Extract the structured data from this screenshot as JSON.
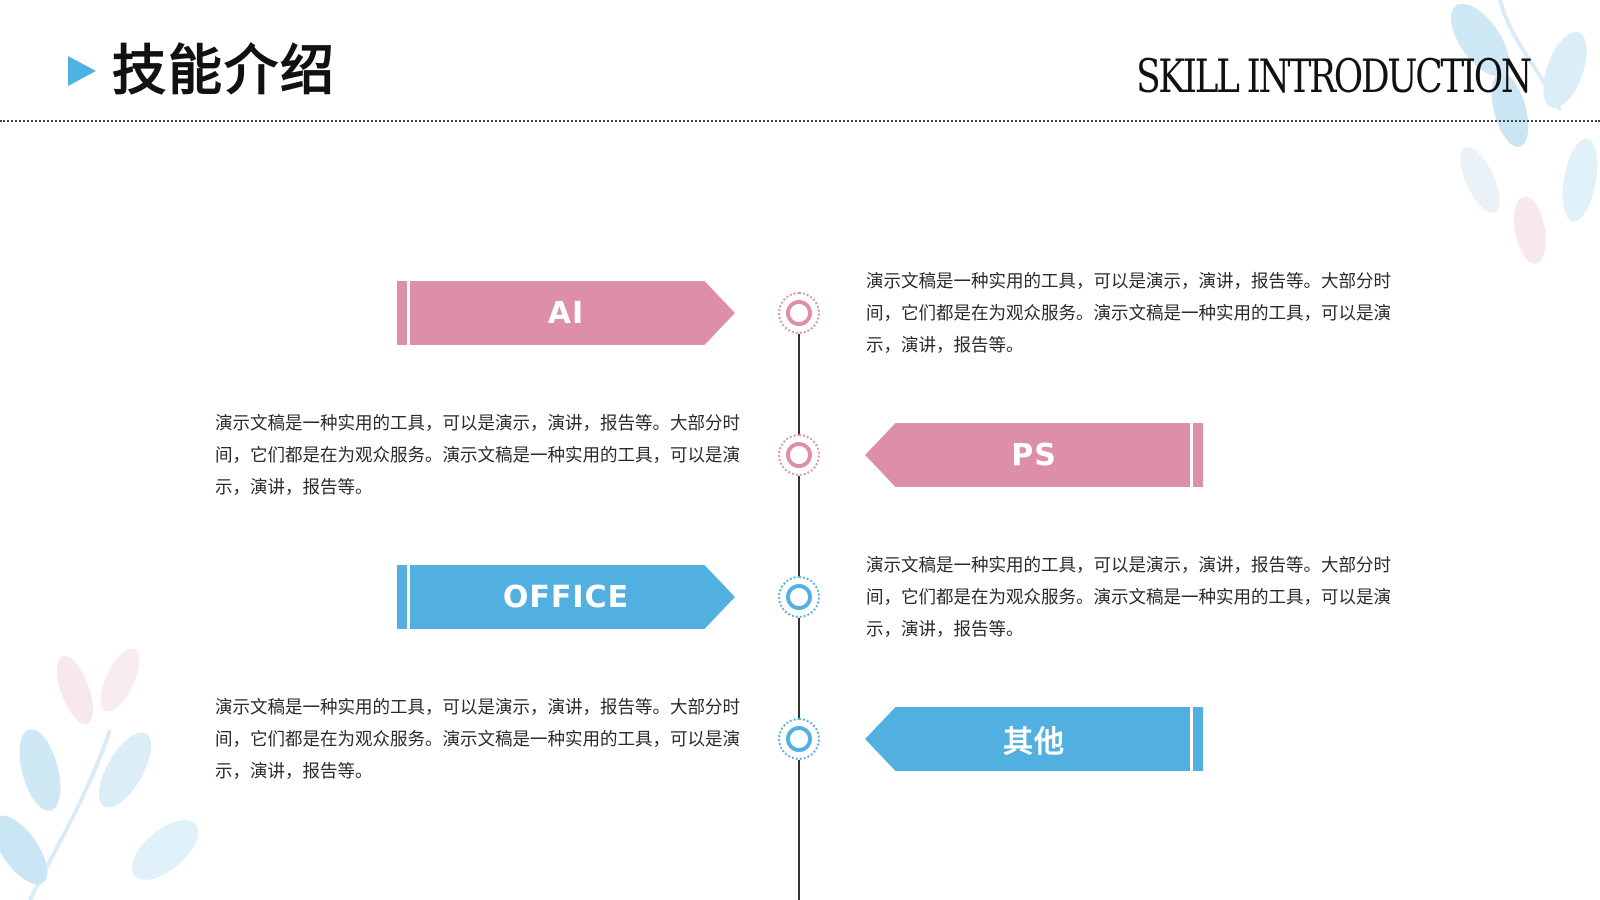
{
  "header": {
    "title": "技能介绍",
    "subtitle": "SKILL INTRODUCTION"
  },
  "colors": {
    "pink": "#dd8ea8",
    "blue": "#52b0e1",
    "marker": "#4fb0e2"
  },
  "skills": [
    {
      "label": "AI",
      "color": "pink",
      "description": "演示文稿是一种实用的工具，可以是演示，演讲，报告等。大部分时间，它们都是在为观众服务。演示文稿是一种实用的工具，可以是演示，演讲，报告等。"
    },
    {
      "label": "PS",
      "color": "pink",
      "description": "演示文稿是一种实用的工具，可以是演示，演讲，报告等。大部分时间，它们都是在为观众服务。演示文稿是一种实用的工具，可以是演示，演讲，报告等。"
    },
    {
      "label": "OFFICE",
      "color": "blue",
      "description": "演示文稿是一种实用的工具，可以是演示，演讲，报告等。大部分时间，它们都是在为观众服务。演示文稿是一种实用的工具，可以是演示，演讲，报告等。"
    },
    {
      "label": "其他",
      "color": "blue",
      "description": "演示文稿是一种实用的工具，可以是演示，演讲，报告等。大部分时间，它们都是在为观众服务。演示文稿是一种实用的工具，可以是演示，演讲，报告等。"
    }
  ]
}
